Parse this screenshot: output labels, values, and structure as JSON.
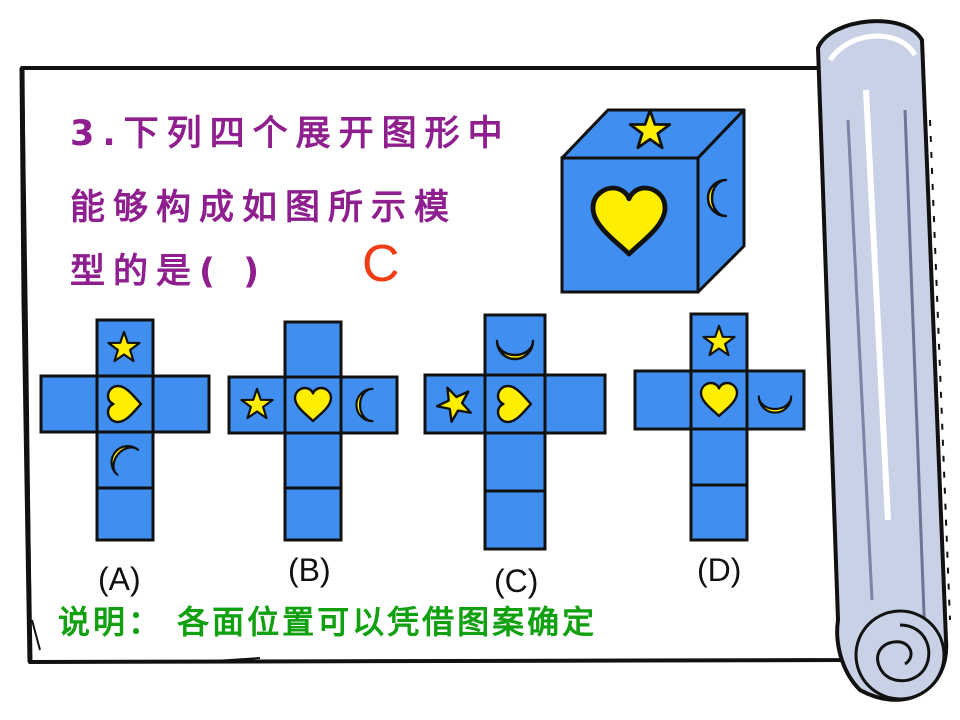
{
  "question": {
    "line1": "3.下列四个展开图形中",
    "line2": "能够构成如图所示模",
    "line3": "型的是(    )",
    "answer": "C"
  },
  "options": [
    {
      "label": "(A)"
    },
    {
      "label": "(B)"
    },
    {
      "label": "(C)"
    },
    {
      "label": "(D)"
    }
  ],
  "note": "说明： 各面位置可以凭借图案确定",
  "colors": {
    "cube_blue": "#3f8ef0",
    "symbol_yellow": "#ffee00",
    "question_text": "#8f1f8f",
    "answer_text": "#f03c14",
    "note_text": "#10a010",
    "scroll_fill": "#c9d1e6",
    "outline": "#111111"
  },
  "icons": [
    "star-icon",
    "heart-icon",
    "crescent-moon-icon",
    "scroll-decoration"
  ]
}
